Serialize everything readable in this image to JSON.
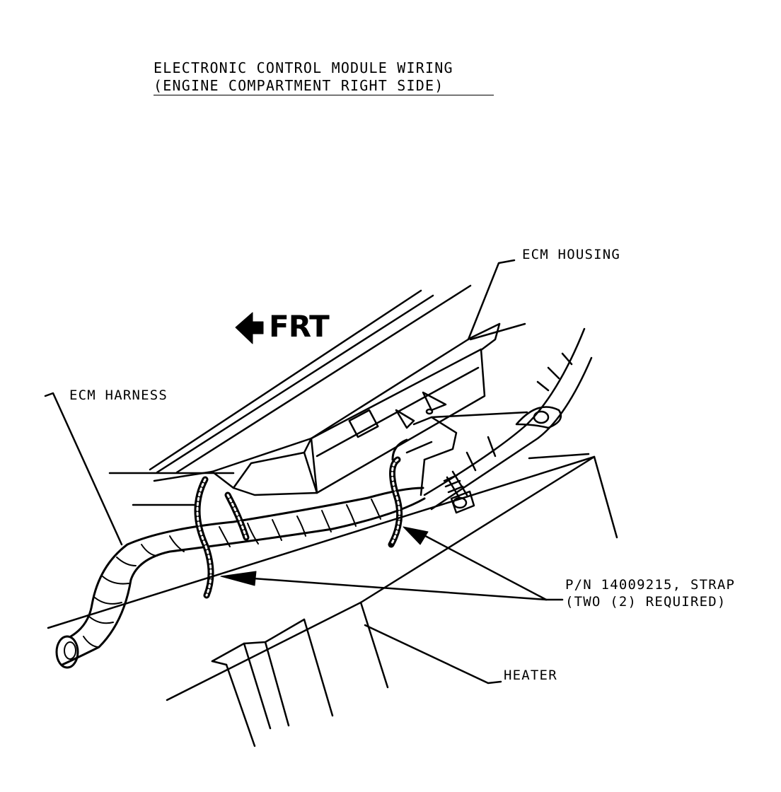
{
  "diagram": {
    "title_line1": "ELECTRONIC CONTROL MODULE WIRING",
    "title_line2": "(ENGINE COMPARTMENT RIGHT SIDE)",
    "direction_label": "FRT",
    "direction_icon": "left-arrow-icon",
    "labels": {
      "ecm_housing": "ECM HOUSING",
      "ecm_harness": "ECM HARNESS",
      "strap_line1": "P/N 14009215, STRAP",
      "strap_line2": "(TWO (2) REQUIRED)",
      "heater": "HEATER"
    },
    "colors": {
      "ink": "#000000",
      "paper": "#ffffff"
    }
  }
}
